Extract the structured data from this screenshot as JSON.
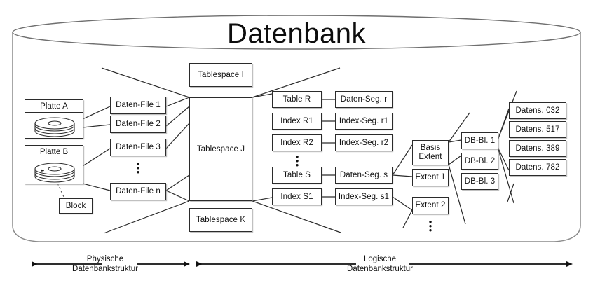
{
  "diagram": {
    "title": "Datenbank",
    "disks": [
      {
        "name": "disk-a",
        "label": "Platte A"
      },
      {
        "name": "disk-b",
        "label": "Platte B"
      }
    ],
    "block_label": "Block",
    "data_files": [
      "Daten-File 1",
      "Daten-File 2",
      "Daten-File 3",
      "Daten-File n"
    ],
    "tablespaces": [
      "Tablespace I",
      "Tablespace J",
      "Tablespace K"
    ],
    "tables": [
      "Table R",
      "Index R1",
      "Index R2",
      "Table S",
      "Index S1"
    ],
    "segments": [
      "Daten-Seg. r",
      "Index-Seg. r1",
      "Index-Seg. r2",
      "Daten-Seg. s",
      "Index-Seg. s1"
    ],
    "extents": [
      {
        "line1": "Basis",
        "line2": "Extent"
      },
      {
        "line1": "Extent 1",
        "line2": ""
      },
      {
        "line1": "Extent 2",
        "line2": ""
      }
    ],
    "db_blocks": [
      "DB-Bl. 1",
      "DB-Bl. 2",
      "DB-Bl. 3"
    ],
    "records": [
      "Datens. 032",
      "Datens. 517",
      "Datens. 389",
      "Datens. 782"
    ],
    "axes": [
      {
        "name": "physical-axis",
        "line1": "Physische",
        "line2": "Datenbankstruktur"
      },
      {
        "name": "logical-axis",
        "line1": "Logische",
        "line2": "Datenbankstruktur"
      }
    ],
    "colors": {
      "stroke": "#2b2b2b",
      "text": "#111111",
      "background": "#ffffff"
    }
  }
}
